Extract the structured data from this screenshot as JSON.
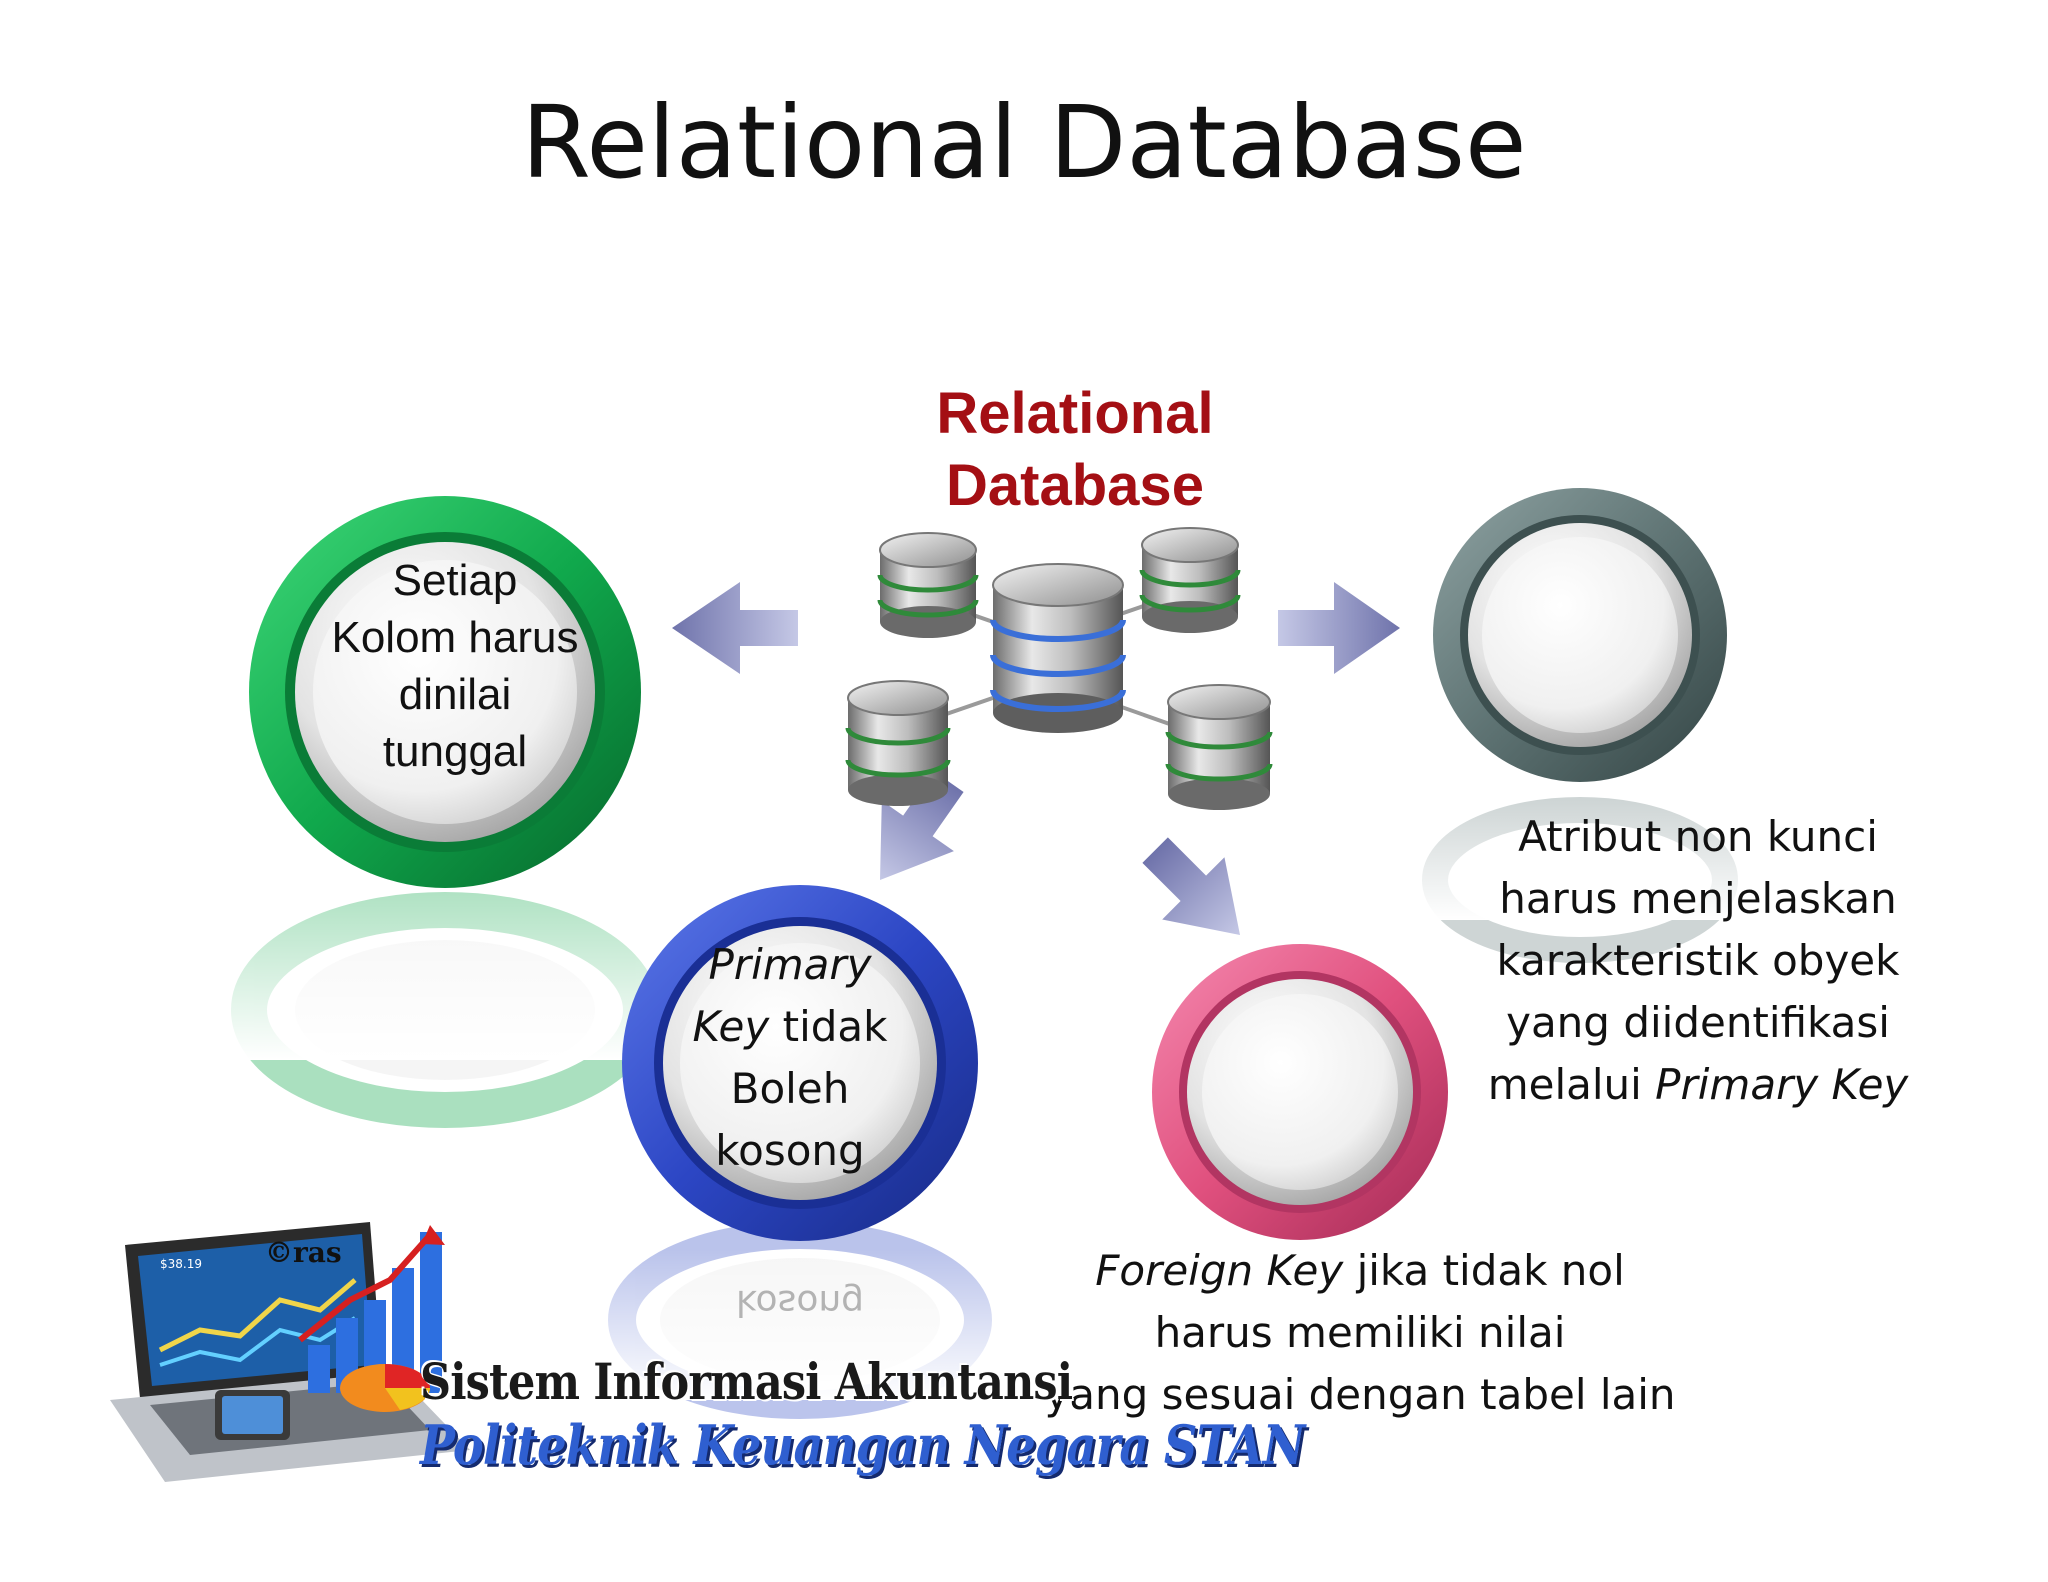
{
  "slide": {
    "title": "Relational Database"
  },
  "diagram": {
    "center_label_line1": "Relational",
    "center_label_line2": "Database",
    "green_circle": {
      "line1": "Setiap",
      "line2": "Kolom harus",
      "line3": "dinilai",
      "line4": "tunggal"
    },
    "blue_circle": {
      "line1_italic": "Primary",
      "line2_italic": "Key",
      "line2_rest": " tidak",
      "line3": "Boleh",
      "line4": "kosong"
    },
    "blue_reflection": "kosong",
    "right_note": {
      "line1": "Atribut non kunci",
      "line2": "harus menjelaskan",
      "line3": "karakteristik obyek",
      "line4": "yang diidentifikasi",
      "line5_prefix": "melalui ",
      "line5_italic": "Primary Key"
    },
    "bottom_note": {
      "line1_italic": "Foreign Key",
      "line1_rest": " jika tidak nol",
      "line2": "harus memiliki nilai",
      "line3": "yang sesuai dengan tabel lain"
    },
    "colors": {
      "green": "#0ea84a",
      "blue": "#2c46c4",
      "gray": "#5e7373",
      "pink": "#e0507e",
      "title_red": "#a40f14",
      "arrow": "#8a8fc0"
    }
  },
  "logo": {
    "line1": "Sistem Informasi Akuntansi",
    "line2": "Politeknik Keuangan Negara STAN",
    "watermark": "©ras",
    "screen_value": "$38.19"
  }
}
